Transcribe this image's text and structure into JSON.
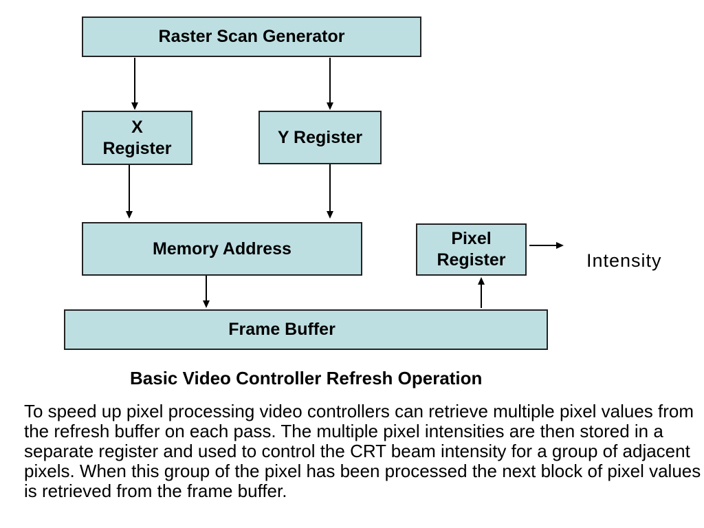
{
  "colors": {
    "background": "#ffffff",
    "box_fill": "#bedfe2",
    "box_border": "#222222",
    "arrow": "#000000",
    "text": "#000000"
  },
  "diagram": {
    "raster_scan_generator": "Raster Scan Generator",
    "x_register_line1": "X",
    "x_register_line2": "Register",
    "y_register": "Y Register",
    "memory_address": "Memory Address",
    "pixel_register_line1": "Pixel",
    "pixel_register_line2": "Register",
    "frame_buffer": "Frame Buffer",
    "intensity_label": "Intensity"
  },
  "caption": "Basic Video Controller Refresh Operation",
  "paragraph": {
    "lines": [
      "To speed up pixel processing video controllers can retrieve multiple pixel values from",
      "the refresh buffer on each pass. The multiple pixel intensities are then stored in a",
      "separate register and used to control the CRT beam intensity for a group of adjacent",
      "pixels. When this group of the pixel has been processed the next block of pixel values",
      "is retrieved from the frame buffer."
    ]
  }
}
